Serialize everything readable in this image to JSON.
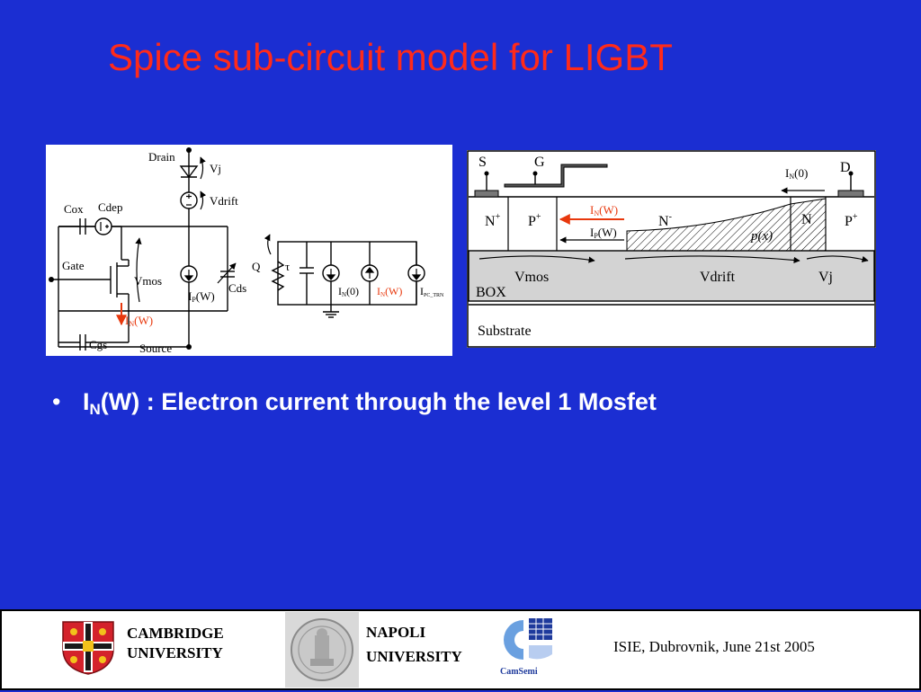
{
  "slide": {
    "title": "Spice sub-circuit model for LIGBT",
    "bullet": {
      "symbol": "•",
      "prefix": "I",
      "sub": "N",
      "text": "(W) : Electron current through the level 1 Mosfet"
    }
  },
  "circuit": {
    "labels": {
      "drain": "Drain",
      "vj": "Vj",
      "vdrift": "Vdrift",
      "cox": "Cox",
      "cdep": "Cdep",
      "gate": "Gate",
      "vmos": "Vmos",
      "cds": "Cds",
      "q": "Q",
      "tau": "τ",
      "ip_w": {
        "main": "I",
        "sub": "P",
        "rest": "(W)"
      },
      "in_w_left": {
        "main": "I",
        "sub": "N",
        "rest": "(W)"
      },
      "in_0": {
        "main": "I",
        "sub": "N",
        "rest": "(0)"
      },
      "in_w_right": {
        "main": "I",
        "sub": "N",
        "rest": "(W)"
      },
      "ipc_trn": {
        "main": "I",
        "sub": "PC_TRN"
      },
      "cgs": "Cgs",
      "source": "Source"
    }
  },
  "device": {
    "labels": {
      "s": "S",
      "g": "G",
      "d": "D",
      "in_0": {
        "main": "I",
        "sub": "N",
        "rest": "(0)"
      },
      "n_plus": {
        "main": "N",
        "sup": "+"
      },
      "p_plus_left": {
        "main": "P",
        "sup": "+"
      },
      "in_w": {
        "main": "I",
        "sub": "N",
        "rest": "(W)"
      },
      "ip_w": {
        "main": "I",
        "sub": "P",
        "rest": "(W)"
      },
      "n_minus": {
        "main": "N",
        "sup": "-"
      },
      "px": "p(x)",
      "n_buffer": "N",
      "p_plus_right": {
        "main": "P",
        "sup": "+"
      },
      "vmos": "Vmos",
      "vdrift": "Vdrift",
      "vj": "Vj",
      "box": "BOX",
      "substrate": "Substrate"
    }
  },
  "footer": {
    "cambridge": [
      "CAMBRIDGE",
      "UNIVERSITY"
    ],
    "napoli": [
      "NAPOLI",
      "UNIVERSITY"
    ],
    "camsemi": "CamSemi",
    "conference": "ISIE,  Dubrovnik, June 21st 2005"
  },
  "colors": {
    "background": "#1b2ed2",
    "title": "#ff2a1a",
    "accent_red": "#e8380d"
  }
}
